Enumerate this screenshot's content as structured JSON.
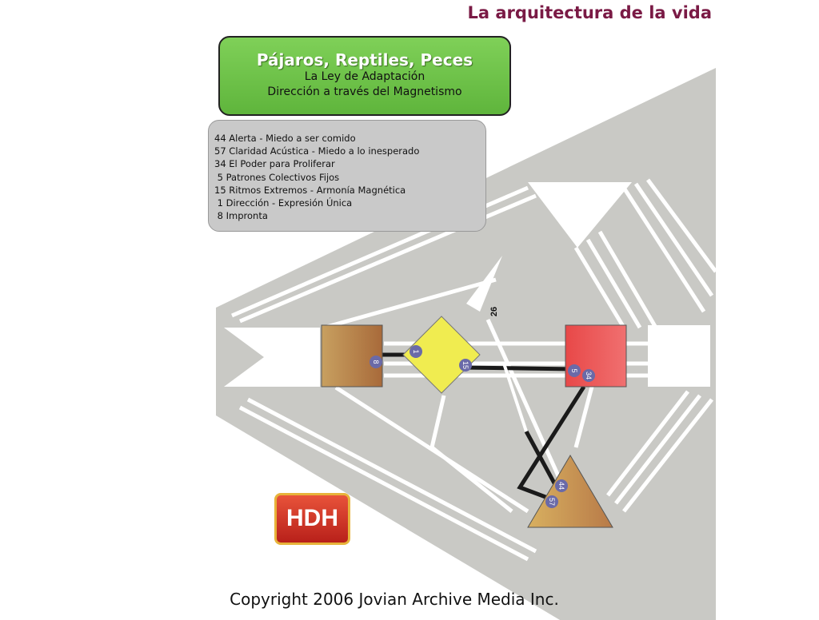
{
  "header": {
    "title": "La arquitectura de la vida"
  },
  "group_box": {
    "title": "Pájaros, Reptiles, Peces",
    "subtitle_1": "La Ley de Adaptación",
    "subtitle_2": "Dirección a través del Magnetismo"
  },
  "gates_list": [
    "44 Alerta - Miedo a ser comido",
    "57 Claridad Acústica - Miedo a lo inesperado",
    "34 El Poder para Proliferar",
    " 5 Patrones Colectivos Fijos",
    "15 Ritmos Extremos - Armonía Magnética",
    " 1 Dirección - Expresión Única",
    " 8 Impronta"
  ],
  "diagram": {
    "gate_labels": {
      "g8": "8",
      "g1": "1",
      "g15": "15",
      "g5": "5",
      "g34": "34",
      "g44": "44",
      "g57": "57",
      "g26": "26"
    },
    "colors": {
      "throat": "#b8804a",
      "g_center": "#f0ec50",
      "sacral": "#e8524a",
      "spleen": "#c89050",
      "channel": "#1a1a1a",
      "badge": "#6a6aa8"
    }
  },
  "logo": {
    "text": "HDH"
  },
  "footer": {
    "copyright": "Copyright 2006 Jovian Archive Media Inc."
  }
}
